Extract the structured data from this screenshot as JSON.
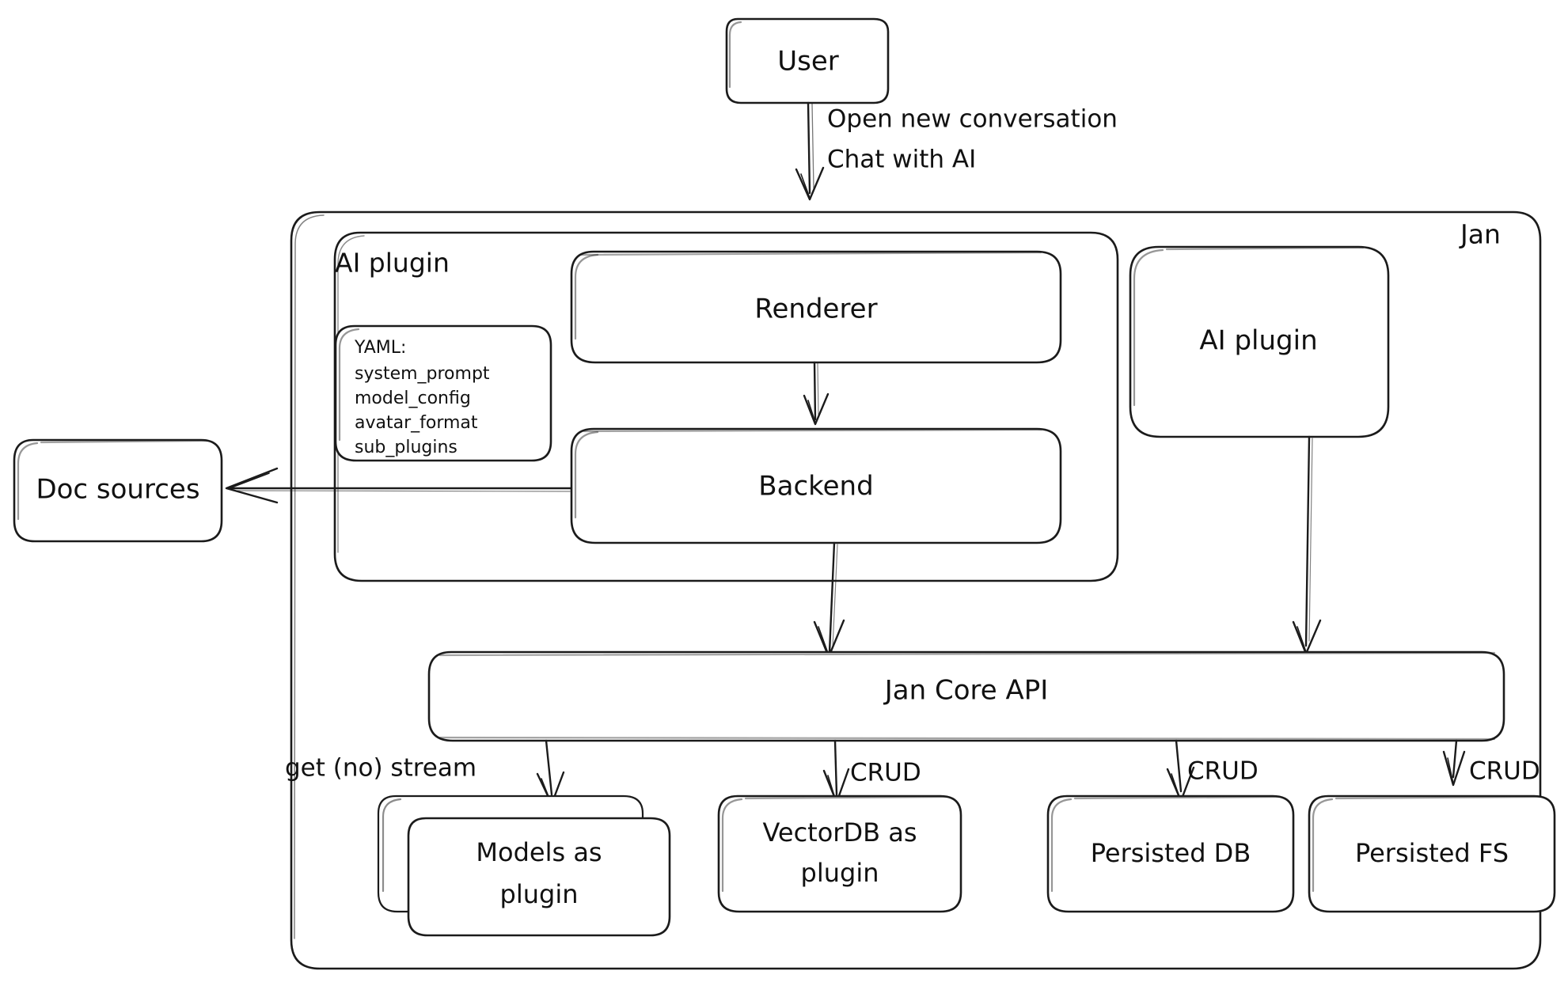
{
  "diagram": {
    "title": "Jan architecture diagram",
    "style": "hand-drawn",
    "stroke_color": "#1b1b1b",
    "background_color": "#ffffff"
  },
  "nodes": {
    "user": {
      "label": "User"
    },
    "outer_container": {
      "label": "Jan"
    },
    "ai_plugin_group": {
      "label": "AI plugin"
    },
    "renderer": {
      "label": "Renderer"
    },
    "backend": {
      "label": "Backend"
    },
    "ai_plugin_box": {
      "label": "AI plugin"
    },
    "doc_sources": {
      "label": "Doc sources"
    },
    "jan_core_api": {
      "label": "Jan Core API"
    },
    "models_plugin": {
      "line1": "Models as",
      "line2": "plugin"
    },
    "vectordb_plugin": {
      "line1": "VectorDB as",
      "line2": "plugin"
    },
    "persisted_db": {
      "label": "Persisted DB"
    },
    "persisted_fs": {
      "label": "Persisted FS"
    }
  },
  "yaml_card": {
    "title": "YAML:",
    "keys": [
      "system_prompt",
      "model_config",
      "avatar_format",
      "sub_plugins"
    ]
  },
  "edges": {
    "user_to_renderer": {
      "line1": "Open new conversation",
      "line2": "Chat with AI"
    },
    "renderer_to_backend": {
      "label": ""
    },
    "backend_to_doc_sources": {
      "label": ""
    },
    "backend_to_core": {
      "label": ""
    },
    "ai_plugin_to_core": {
      "label": ""
    },
    "core_to_models": {
      "label": "get (no) stream"
    },
    "core_to_vectordb": {
      "label": "CRUD"
    },
    "core_to_persisted_db": {
      "label": "CRUD"
    },
    "core_to_persisted_fs": {
      "label": "CRUD"
    }
  }
}
